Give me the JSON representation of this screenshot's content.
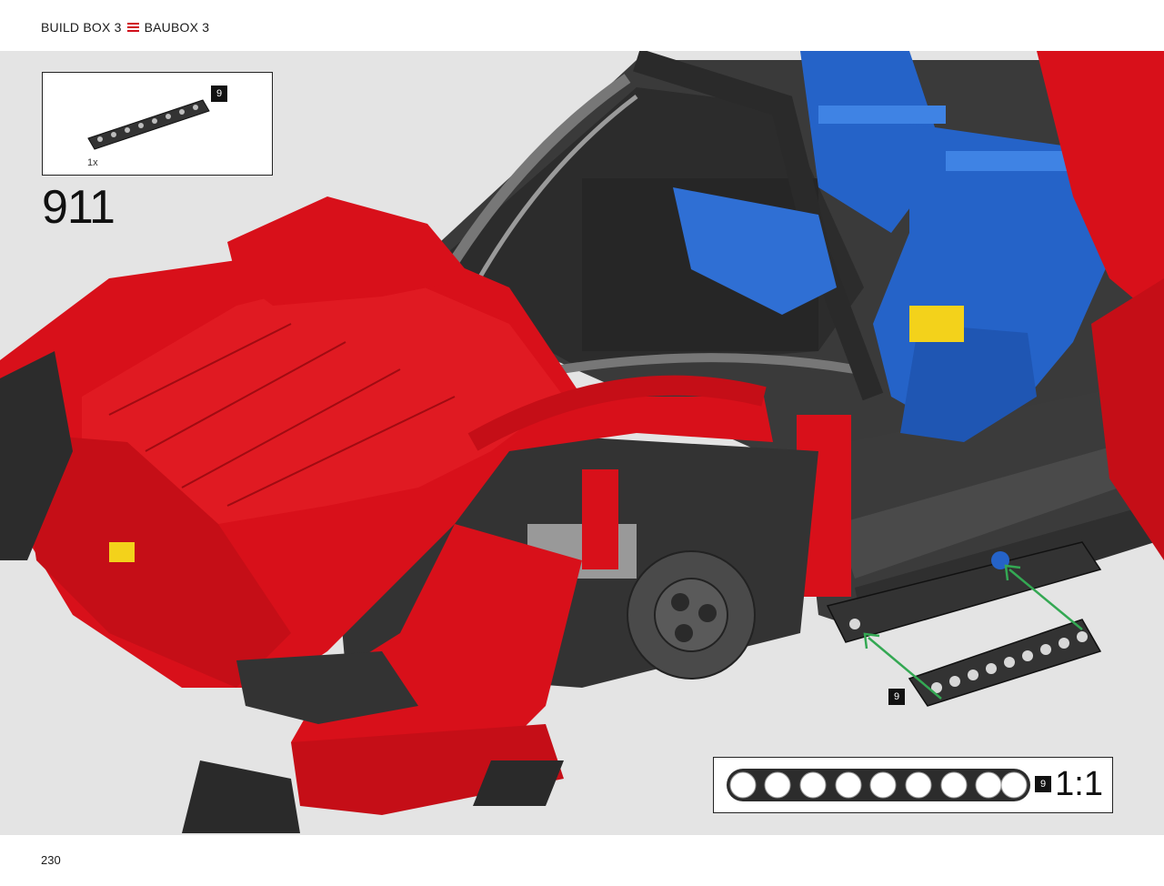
{
  "header": {
    "left": "BUILD BOX 3",
    "right": "BAUBOX 3",
    "separator_color": "#d0101b"
  },
  "parts_callout": {
    "quantity": "1x",
    "part_id": "9"
  },
  "step": {
    "number": "911"
  },
  "arrow_callout": {
    "part_id": "9"
  },
  "scale_ruler": {
    "part_id": "9",
    "label": "1:1"
  },
  "page": {
    "number": "230"
  },
  "colors": {
    "body_red": "#d8101a",
    "seat_blue": "#2563c8",
    "frame_black": "#333333",
    "accent_yellow": "#f3d21b",
    "arrow_green": "#34a853"
  },
  "icons": [
    "separator-bars-icon",
    "technic-beam-icon",
    "green-arrow-icon"
  ]
}
